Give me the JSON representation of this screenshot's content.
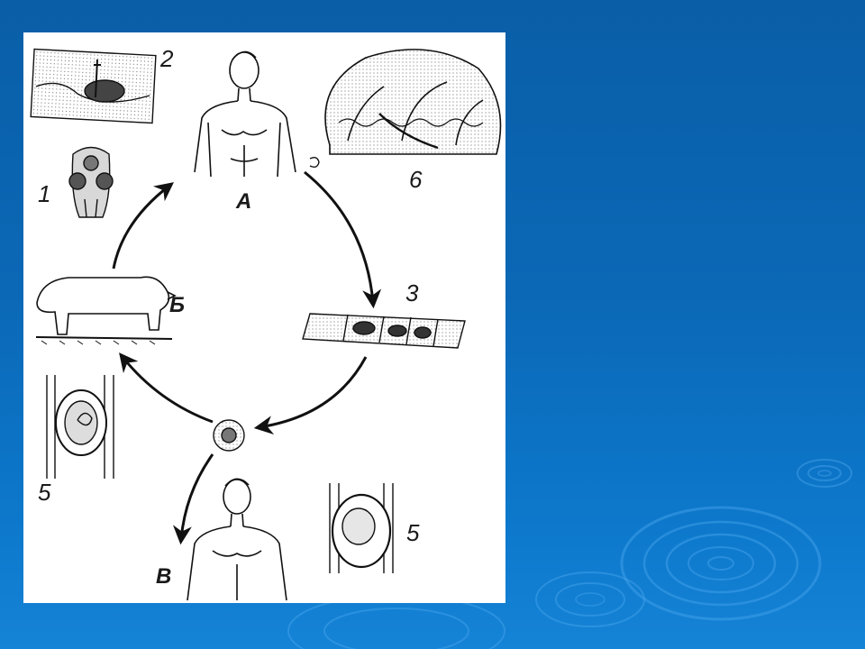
{
  "diagram": {
    "labels": {
      "n1": "1",
      "n2": "2",
      "n3": "3",
      "n5_left": "5",
      "n5_right": "5",
      "n6": "6",
      "a": "А",
      "b": "Б",
      "v": "В"
    }
  },
  "colors": {
    "background": "#0b68b6",
    "panel": "#ffffff",
    "ink": "#1a1a1a"
  }
}
